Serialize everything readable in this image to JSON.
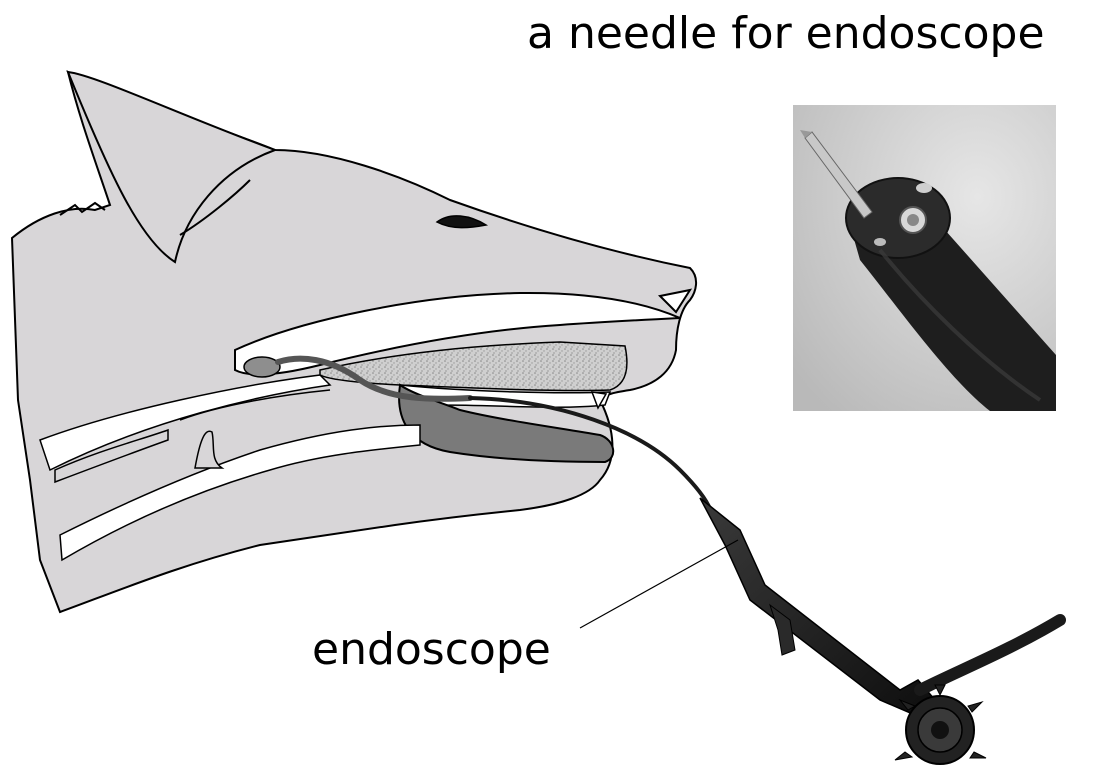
{
  "labels": {
    "needle": "a needle for endoscope",
    "endoscope": "endoscope"
  },
  "colors": {
    "skin": "#d8d6d8",
    "outline": "#000000",
    "airway": "#ffffff",
    "tongue": "#7a7a7a",
    "endoscope_body": "#1a1a1a",
    "photo_bg": "#cfcfcf"
  },
  "icons": {
    "photo": "endoscope-tip-photo",
    "drawing": "dog-head-cross-section"
  }
}
